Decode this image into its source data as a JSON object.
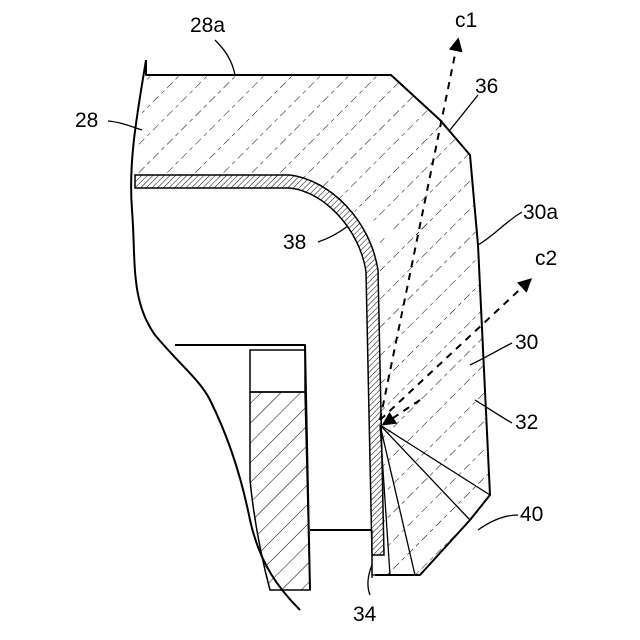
{
  "labels": {
    "l28a": "28a",
    "l28": "28",
    "l36": "36",
    "lc1": "c1",
    "l30a": "30a",
    "lc2": "c2",
    "l38": "38",
    "l30": "30",
    "l32": "32",
    "l40": "40",
    "l34": "34"
  }
}
